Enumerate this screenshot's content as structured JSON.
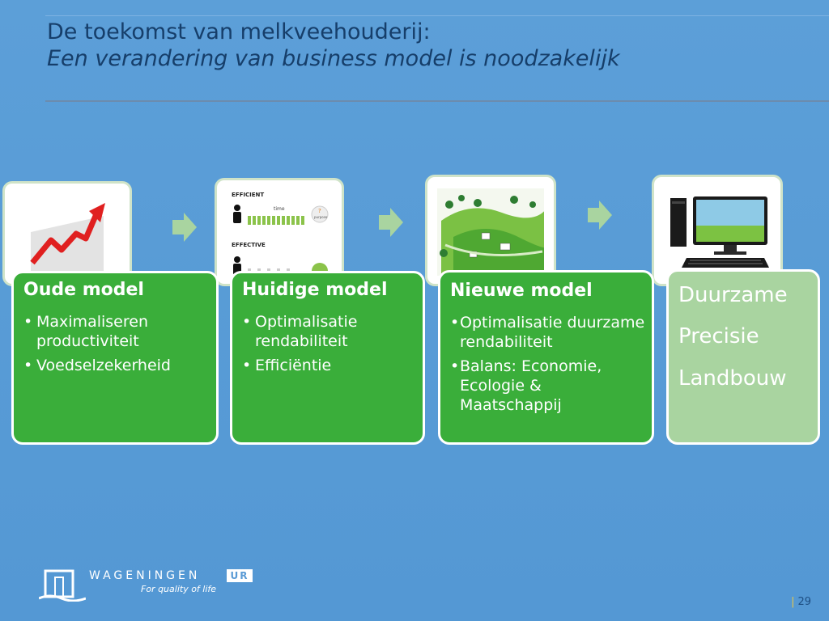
{
  "title": {
    "line1": "De toekomst van melkveehouderij:",
    "line2": "Een verandering van business model is noodzakelijk"
  },
  "cards": [
    {
      "title": "Oude model",
      "bullets": [
        "Maximaliseren productiviteit",
        "Voedselzekerheid"
      ]
    },
    {
      "title": "Huidige model",
      "bullets": [
        "Optimalisatie rendabiliteit",
        "Efficiëntie"
      ]
    },
    {
      "title": "Nieuwe model",
      "bullets": [
        "Optimalisatie duurzame rendabiliteit",
        "Balans: Economie, Ecologie & Maatschappij"
      ]
    }
  ],
  "final_card": {
    "words": [
      "Duurzame",
      "Precisie",
      "Landbouw"
    ]
  },
  "image_labels": {
    "efficient": "EFFICIENT",
    "time": "time",
    "purpose": "purpose",
    "effective": "EFFECTIVE"
  },
  "bullet_glyph": "•",
  "footer": {
    "logo_name": "WAGENINGEN",
    "logo_ur": "UR",
    "tagline": "For quality of life",
    "page_number": "29"
  },
  "colors": {
    "background": "#5a9bd5",
    "card_green": "#3aae3a",
    "card_pale": "#a9d4a0",
    "title": "#163e6a",
    "arrow": "#a9d4a0"
  },
  "icons": [
    "growth-chart-image",
    "efficient-effective-image",
    "green-landscape-image",
    "computer-monitor-image",
    "arrow-right-icon"
  ]
}
